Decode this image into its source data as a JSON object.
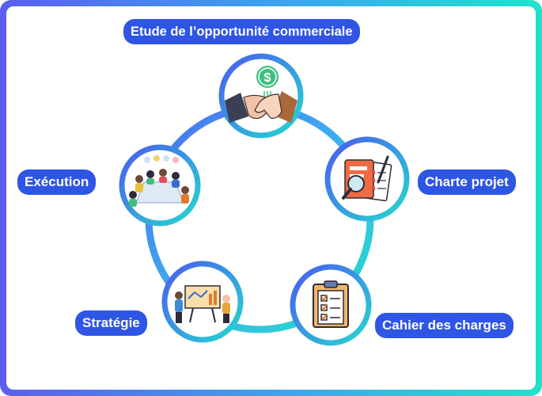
{
  "labels": {
    "top": "Etude de l’opportunité commerciale",
    "right": "Charte projet",
    "bottom_right": "Cahier des charges",
    "bottom_left": "Stratégie",
    "left": "Exécution"
  },
  "icon_symbols": {
    "dollar": "$"
  },
  "colors": {
    "label_bg": "#2f55e4",
    "ring_start": "#5b5ef0",
    "ring_end": "#1fe3cc"
  }
}
